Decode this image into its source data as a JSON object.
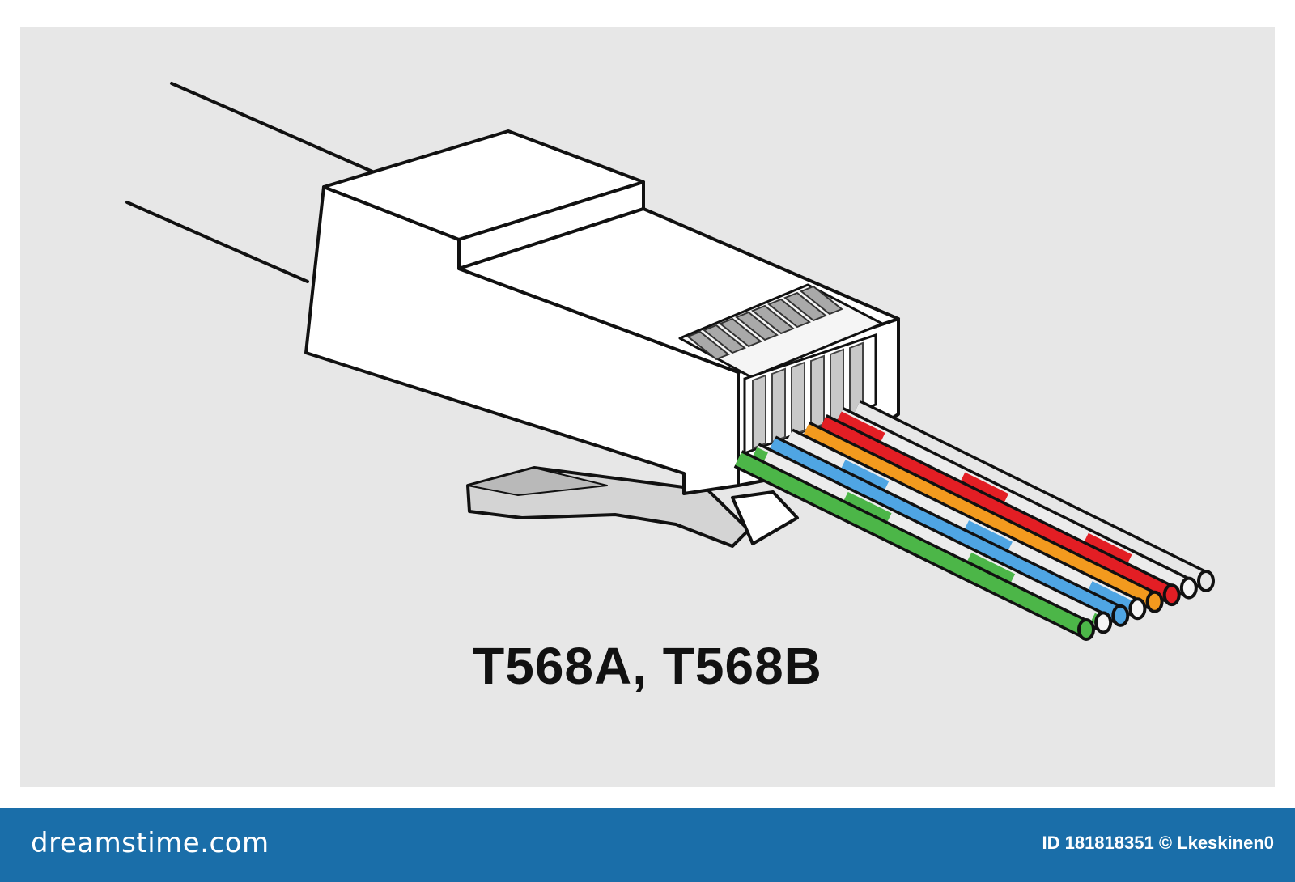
{
  "caption": "T568A, T568B",
  "footer": {
    "site": "dreamstime.com",
    "image_id": "ID 181818351 © Lkeskinen0"
  },
  "wires": [
    {
      "name": "green",
      "color": "#4cb648",
      "striped": false
    },
    {
      "name": "white-green",
      "color": "#4cb648",
      "striped": true
    },
    {
      "name": "blue",
      "color": "#4fa5e3",
      "striped": false
    },
    {
      "name": "white-blue",
      "color": "#4fa5e3",
      "striped": true
    },
    {
      "name": "orange",
      "color": "#f39a1e",
      "striped": false
    },
    {
      "name": "red",
      "color": "#e31e24",
      "striped": false
    },
    {
      "name": "white-red",
      "color": "#e31e24",
      "striped": true
    },
    {
      "name": "white",
      "color": "#e7e7e7",
      "striped": false
    }
  ],
  "colors": {
    "panel_background": "#e7e7e7",
    "outline": "#111111",
    "footer_background": "#1a6ea9"
  }
}
